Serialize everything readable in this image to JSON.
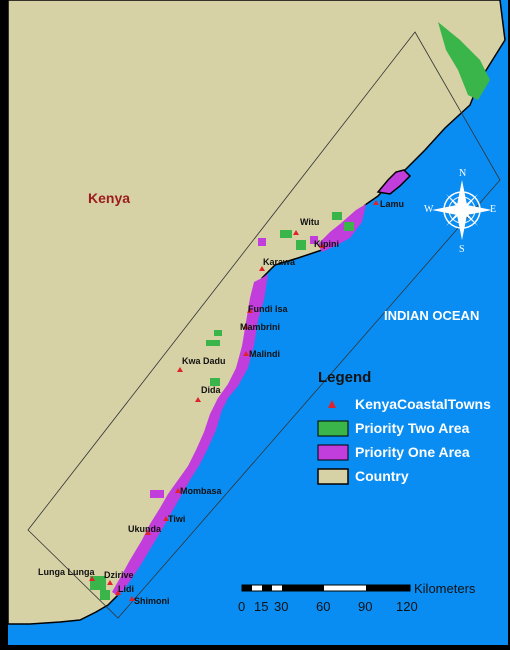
{
  "map": {
    "country_label": "Kenya",
    "ocean_label": "INDIAN OCEAN",
    "colors": {
      "land": "#d6d2a6",
      "ocean": "#0a8df2",
      "priority_one": "#c13ddc",
      "priority_two": "#39b54a",
      "town_marker": "#e0222a",
      "frame": "#000000"
    }
  },
  "towns": [
    {
      "name": "Lamu"
    },
    {
      "name": "Witu"
    },
    {
      "name": "Kipini"
    },
    {
      "name": "Karawa"
    },
    {
      "name": "Fundi Isa"
    },
    {
      "name": "Mambrini"
    },
    {
      "name": "Malindi"
    },
    {
      "name": "Kwa Dadu"
    },
    {
      "name": "Dida"
    },
    {
      "name": "Mombasa"
    },
    {
      "name": "Tiwi"
    },
    {
      "name": "Ukunda"
    },
    {
      "name": "Lunga Lunga"
    },
    {
      "name": "Dzirive"
    },
    {
      "name": "Lidi"
    },
    {
      "name": "Shimoni"
    }
  ],
  "legend": {
    "title": "Legend",
    "items": [
      {
        "label": "KenyaCoastalTowns",
        "symbol": "red-triangle"
      },
      {
        "label": "Priority Two Area",
        "symbol": "green-box"
      },
      {
        "label": "Priority One Area",
        "symbol": "purple-box"
      },
      {
        "label": "Country",
        "symbol": "tan-box"
      }
    ]
  },
  "compass": {
    "n": "N",
    "s": "S",
    "e": "E",
    "w": "W"
  },
  "scale_bar": {
    "unit": "Kilometers",
    "ticks": [
      "0",
      "15",
      "30",
      "60",
      "90",
      "120"
    ]
  }
}
